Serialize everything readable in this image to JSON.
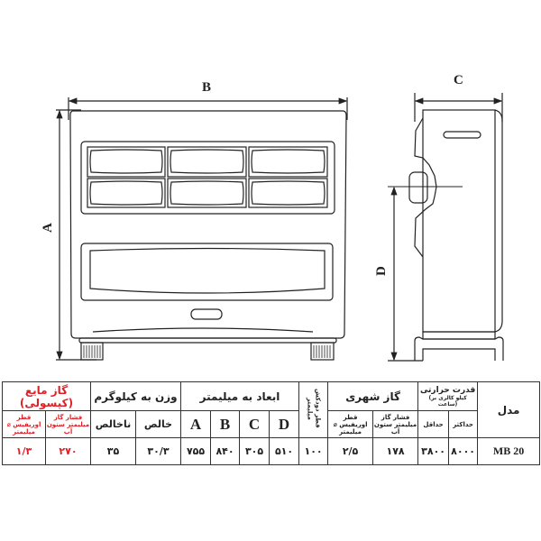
{
  "drawing": {
    "labels": {
      "a": "A",
      "b": "B",
      "c": "C",
      "d": "D"
    }
  },
  "table": {
    "header": {
      "lpg": "گاز مایع (کپسولی)",
      "weight": "وزن به کیلوگرم",
      "dimensions": "ابعاد به میلیمتر",
      "flue_diameter": "قطر دودکش میلیمتر",
      "natural_gas": "گاز شهری",
      "heat_output": "قدرت حرارتی",
      "heat_output_unit": "(کیلو کالری بر ساعت)",
      "model": "مدل"
    },
    "subheader": {
      "lpg_orifice": "قطر اوریفیس ⌀ میلیمتر",
      "lpg_pressure": "فشار گاز میلیمتر ستون آب",
      "gross": "ناخالص",
      "net": "خالص",
      "a": "A",
      "b": "B",
      "c": "C",
      "d": "D",
      "ng_orifice": "قطر اوریفیس ⌀ میلیمتر",
      "ng_pressure": "فشار گاز میلیمتر ستون آب",
      "min": "حداقل",
      "max": "حداکثر"
    },
    "row": {
      "lpg_orifice": "۱/۳",
      "lpg_pressure": "۲۷۰",
      "gross": "۳۵",
      "net": "۳۰/۳",
      "a": "۷۵۵",
      "b": "۸۴۰",
      "c": "۳۰۵",
      "d": "۵۱۰",
      "flue": "۱۰۰",
      "ng_orifice": "۲/۵",
      "ng_pressure": "۱۷۸",
      "min": "۳۸۰۰",
      "max": "۸۰۰۰",
      "model": "MB 20"
    },
    "colors": {
      "lpg_text": "#e01f26",
      "border": "#333333"
    }
  }
}
